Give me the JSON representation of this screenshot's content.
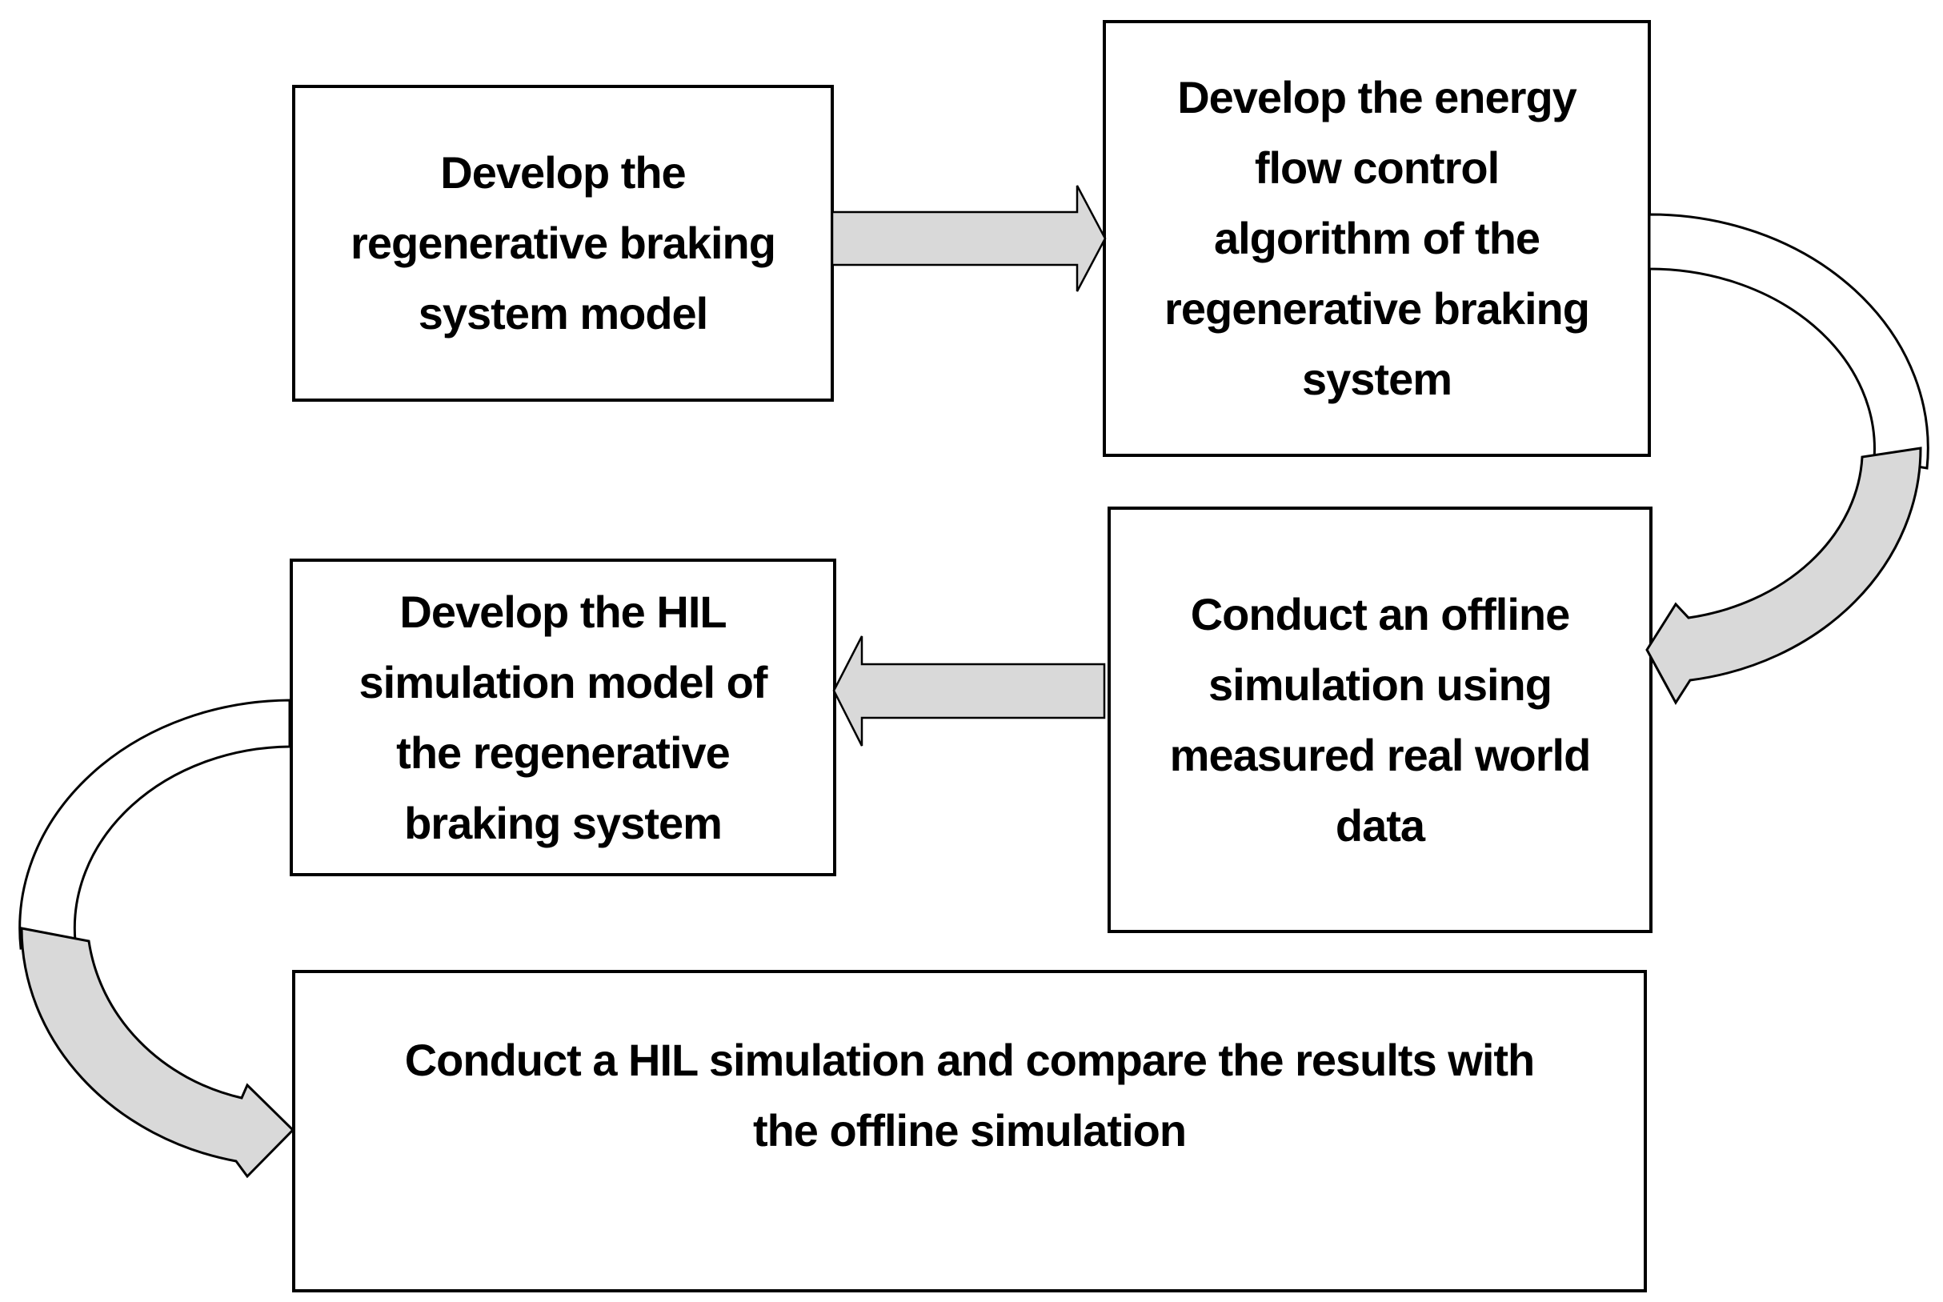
{
  "diagram": {
    "type": "flowchart",
    "title": ""
  },
  "colors": {
    "background": "#ffffff",
    "box_fill": "#ffffff",
    "box_border": "#000000",
    "text_color": "#000000",
    "arrow_fill": "#d9d9d9",
    "arrow_band_back_fill": "#ffffff",
    "arrow_outline": "#000000"
  },
  "boxes": [
    {
      "id": "develop-model",
      "text": "Develop the regenerative braking system model",
      "lines": [
        "Develop the",
        "regenerative braking",
        "system model"
      ]
    },
    {
      "id": "develop-energy-flow-control",
      "text": "Develop the energy flow control algorithm of the regenerative braking system",
      "lines": [
        "Develop the energy",
        "flow control",
        "algorithm of the",
        "regenerative braking",
        "system"
      ]
    },
    {
      "id": "offline-simulation",
      "text": "Conduct an offline simulation using measured real world data",
      "lines": [
        "Conduct an offline",
        "simulation using",
        "measured real world",
        "data"
      ]
    },
    {
      "id": "develop-hil-model",
      "text": "Develop the HIL simulation model of the regenerative braking system",
      "lines": [
        "Develop the HIL",
        "simulation model of",
        "the regenerative",
        "braking system"
      ]
    },
    {
      "id": "hil-simulation-compare",
      "text": "Conduct a HIL simulation and compare the results with the offline simulation",
      "lines": [
        "Conduct a HIL simulation and compare the results with",
        "the offline simulation"
      ]
    }
  ],
  "arrows": [
    {
      "id": "arrow-1",
      "from": "develop-model",
      "to": "develop-energy-flow-control",
      "shape": "straight-block",
      "direction": "right"
    },
    {
      "id": "arrow-2",
      "from": "develop-energy-flow-control",
      "to": "offline-simulation",
      "shape": "curved-block",
      "direction": "right-side-down"
    },
    {
      "id": "arrow-3",
      "from": "offline-simulation",
      "to": "develop-hil-model",
      "shape": "straight-block",
      "direction": "left"
    },
    {
      "id": "arrow-4",
      "from": "develop-hil-model",
      "to": "hil-simulation-compare",
      "shape": "curved-block",
      "direction": "left-side-down"
    }
  ]
}
